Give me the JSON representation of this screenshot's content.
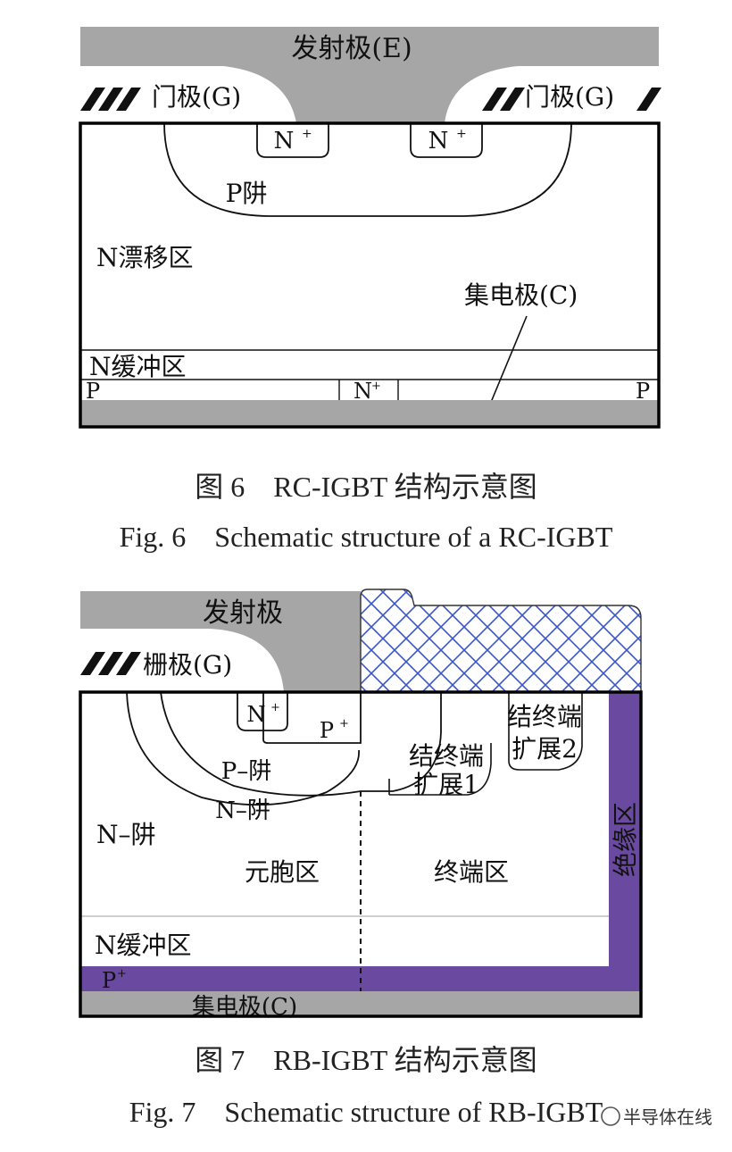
{
  "fig6": {
    "emitter_label": "发射极(E)",
    "gate_left_label": "门极(G)",
    "gate_right_label": "门极(G)",
    "nplus_left": "N",
    "nplus_right": "N",
    "plus": "+",
    "pwell_label": "P阱",
    "drift_label": "N漂移区",
    "collector_label": "集电极(C)",
    "buffer_label": "N缓冲区",
    "p_left": "P",
    "p_right": "P",
    "nplus_bottom": "N",
    "caption_cn": "图 6　RC-IGBT 结构示意图",
    "caption_en": "Fig. 6　Schematic structure of a RC-IGBT"
  },
  "fig7": {
    "emitter_label": "发射极",
    "gate_label": "栅极(G)",
    "nplus": "N",
    "pplus": "P",
    "plus": "+",
    "pwell_label": "P–阱",
    "nwell_inner_label": "N–阱",
    "nwell_label": "N–阱",
    "cell_region_label": "元胞区",
    "jte1_line1": "结终端",
    "jte1_line2": "扩展1",
    "jte2_line1": "结终端",
    "jte2_line2": "扩展2",
    "termination_label": "终端区",
    "isolation_label": "绝缘区",
    "buffer_label": "N缓冲区",
    "pplus_bottom": "P",
    "collector_label": "集电极(C)",
    "caption_cn": "图 7　RB-IGBT 结构示意图",
    "caption_en": "Fig. 7　Schematic structure of RB-IGBT"
  },
  "watermark": "半导体在线",
  "colors": {
    "metal": "#a6a6a6",
    "outline": "#000000",
    "purple": "#6a4aa0",
    "hatch": "#3a56c8"
  }
}
